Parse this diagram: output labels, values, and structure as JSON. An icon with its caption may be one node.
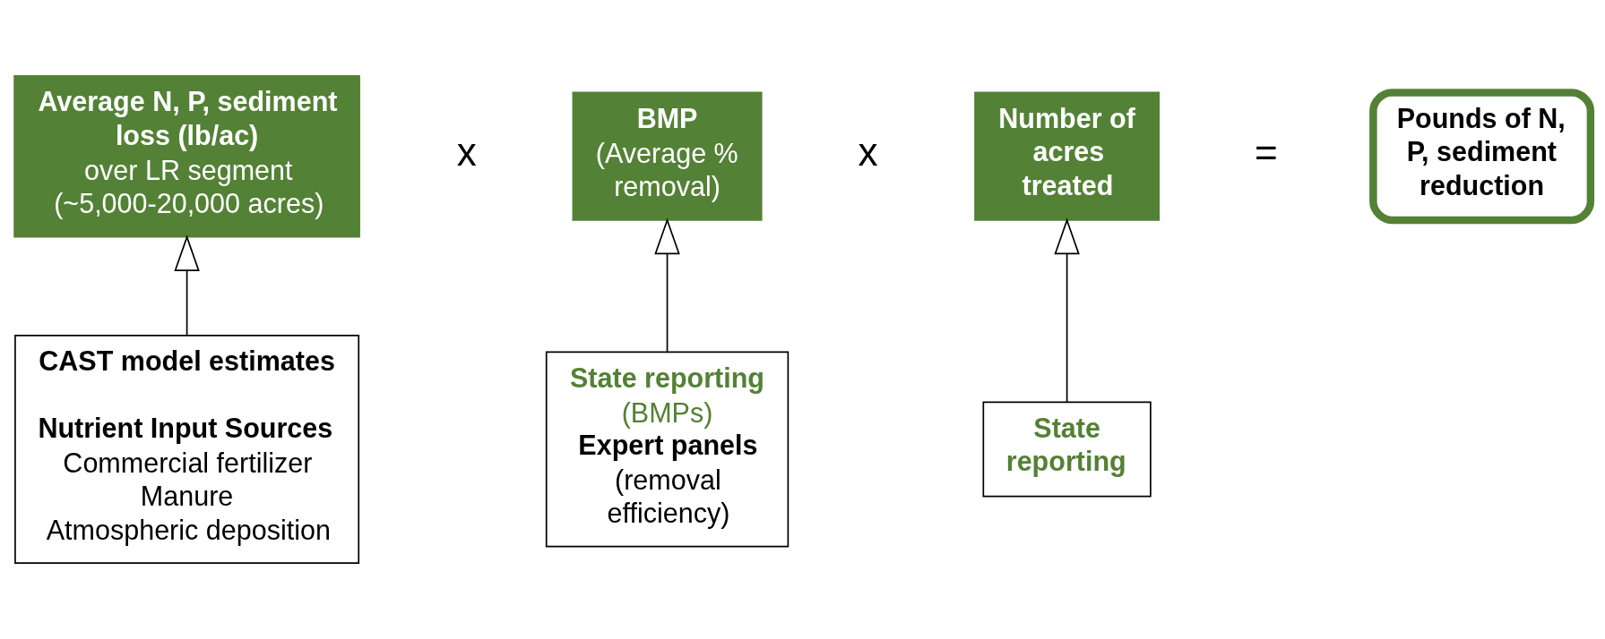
{
  "diagram": {
    "nodes": [
      {
        "text": [
          "Average N, P, sediment loss (lb/ac)",
          "over LR segment (~5,000-20,000 acres)"
        ]
      },
      {
        "text": [
          "BMP",
          "(Average % removal)"
        ]
      },
      {
        "text": [
          "Number of acres treated"
        ]
      },
      {
        "text": [
          "Pounds of N, P, sediment reduction"
        ]
      },
      {
        "text": [
          "CAST model estimates",
          "Nutrient Input Sources",
          "Commercial fertilizer",
          "Manure",
          "Atmospheric deposition"
        ]
      },
      {
        "text": [
          "State reporting",
          "(BMPs)",
          "Expert panels",
          "(removal efficiency)"
        ]
      },
      {
        "text": [
          "State reporting"
        ]
      }
    ],
    "edges": [
      {
        "from": 4,
        "to": 0,
        "arrow": "to"
      },
      {
        "from": 5,
        "to": 1,
        "arrow": "to"
      },
      {
        "from": 6,
        "to": 2,
        "arrow": "to"
      }
    ],
    "labels": [
      "x",
      "x",
      "="
    ]
  }
}
